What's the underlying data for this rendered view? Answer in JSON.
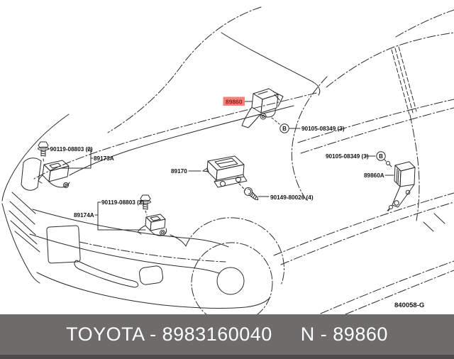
{
  "footer": {
    "brand_part_text": "TOYOTA - 8983160040",
    "catalog_ref_text": "N - 89860",
    "background": "#6e6b6b",
    "text_color": "#ffffff"
  },
  "diagram": {
    "sheet_ref": "840058-G",
    "line_color": "#2b2b2b",
    "fastener_symbol": "B",
    "highlighted_part": {
      "number": "89860",
      "highlight_bg": "#f2837b",
      "text_color": "#8c1d1d"
    },
    "labels": {
      "front_left_bolt": "90119-08803 (2)",
      "front_left_sensor": "89173A",
      "front_center_sensor": "89174A",
      "front_center_bolt": "90119-08803 (2)",
      "center_airbag_sensor": "89170",
      "center_screw": "90149-80026 (4)",
      "pillar_bolt_left": "90105-08349 (3)",
      "pillar_bolt_right": "90105-08349 (3)",
      "side_sensor_rear": "89860A"
    }
  }
}
